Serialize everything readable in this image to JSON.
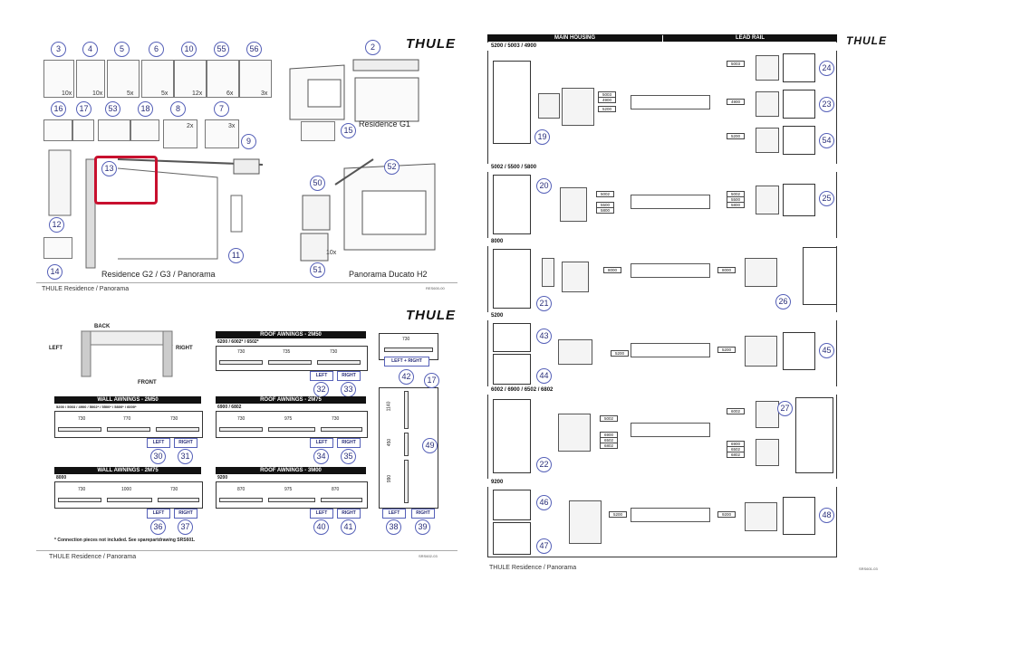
{
  "left_sheet": {
    "logo": "THULE",
    "footer": "THULE Residence / Panorama",
    "doc_code": "RES600-00",
    "parts_row1": [
      {
        "num": "3",
        "qty": "10x"
      },
      {
        "num": "4",
        "qty": "10x"
      },
      {
        "num": "5",
        "qty": "5x"
      },
      {
        "num": "6",
        "qty": "5x"
      },
      {
        "num": "10",
        "qty": "12x"
      },
      {
        "num": "55",
        "qty": "6x"
      },
      {
        "num": "56",
        "qty": "3x"
      }
    ],
    "parts_row2": [
      {
        "num": "16"
      },
      {
        "num": "17"
      },
      {
        "num": "53"
      },
      {
        "num": "18"
      },
      {
        "num": "8",
        "qty": "2x"
      },
      {
        "num": "7",
        "qty": "3x"
      }
    ],
    "callouts": {
      "n2": "2",
      "n9": "9",
      "n11": "11",
      "n12": "12",
      "n13": "13",
      "n14": "14",
      "n15": "15",
      "n50": "50",
      "n51": "51",
      "n52": "52",
      "qty51": "10x"
    },
    "captions": {
      "residence_g1": "Residence G1",
      "residence_g2": "Residence G2 / G3 / Panorama",
      "panorama_ducato": "Panorama Ducato H2"
    },
    "highlight_color": "#c8102e"
  },
  "bottom_sheet": {
    "logo": "THULE",
    "footer": "THULE Residence / Panorama",
    "doc_code": "SRS602-03",
    "orientation": {
      "back": "BACK",
      "left": "LEFT",
      "right": "RIGHT",
      "front": "FRONT"
    },
    "note": "* Connection pieces not included. See sparepartdrawing SRS601.",
    "roof_2m50": {
      "title": "ROOF AWNINGS - 2M50",
      "models": "6200 / 6002* / 6502*",
      "dims": [
        "730",
        "735",
        "730"
      ],
      "left": "LEFT",
      "right": "RIGHT",
      "n_left": "32",
      "n_right": "33"
    },
    "single": {
      "dim": "730",
      "label": "LEFT + RIGHT",
      "n": "42"
    },
    "wall_2m50": {
      "title": "WALL AWNINGS - 2M50",
      "models": "5200 / 5003 / 4900 / 5002* / 5500* / 5800* / 6000*",
      "dims": [
        "730",
        "770",
        "730"
      ],
      "left": "LEFT",
      "right": "RIGHT",
      "n_left": "30",
      "n_right": "31"
    },
    "roof_2m75": {
      "title": "ROOF AWNINGS - 2M75",
      "models": "6900 / 6802",
      "dims": [
        "730",
        "975",
        "730"
      ],
      "left": "LEFT",
      "right": "RIGHT",
      "n_left": "34",
      "n_right": "35"
    },
    "wall_2m75": {
      "title": "WALL AWNINGS - 2M75",
      "models": "8000",
      "dims": [
        "730",
        "1000",
        "730"
      ],
      "left": "LEFT",
      "right": "RIGHT",
      "n_left": "36",
      "n_right": "37"
    },
    "roof_3m00": {
      "title": "ROOF AWNINGS - 3M00",
      "models": "9200",
      "dims": [
        "870",
        "975",
        "870"
      ],
      "left": "LEFT",
      "right": "RIGHT",
      "n_left": "40",
      "n_right": "41"
    },
    "vertical": {
      "dims": [
        "1140",
        "450",
        "990"
      ],
      "n_top": "17",
      "n_mid": "49",
      "left": "LEFT",
      "right": "RIGHT",
      "n_left": "38",
      "n_right": "39"
    }
  },
  "right_sheet": {
    "logo": "THULE",
    "footer": "THULE Residence / Panorama",
    "doc_code": "SRS601-03",
    "header_main": "MAIN HOUSING",
    "header_lead": "LEAD RAIL",
    "sections": [
      {
        "title": "5200 / 5003 / 4900",
        "left_codes": [
          "5003",
          "4900",
          "5200"
        ],
        "right_codes": [
          "5003",
          "4900",
          "5200"
        ],
        "bubbles_left": [
          "19"
        ],
        "bubbles_right": [
          "24",
          "23",
          "54"
        ]
      },
      {
        "title": "5002 / 5500 / 5800",
        "left_codes": [
          "5002",
          "5500",
          "5800"
        ],
        "right_codes": [
          "5002",
          "5500",
          "5800"
        ],
        "bubbles_left": [
          "20"
        ],
        "bubbles_right": [
          "25"
        ]
      },
      {
        "title": "8000",
        "left_codes": [
          "8000"
        ],
        "right_codes": [
          "8000"
        ],
        "bubbles_left": [
          "21"
        ],
        "bubbles_right": [
          "26"
        ]
      },
      {
        "title": "5200",
        "left_codes": [
          "5200"
        ],
        "right_codes": [
          "5200"
        ],
        "bubbles_left": [
          "43",
          "44"
        ],
        "bubbles_right": [
          "45"
        ]
      },
      {
        "title": "6002 / 6900 / 6502 / 6802",
        "left_codes": [
          "5002",
          "6900",
          "6502",
          "6802"
        ],
        "right_codes": [
          "6002",
          "6900",
          "6502",
          "6802"
        ],
        "bubbles_left": [
          "22"
        ],
        "bubbles_right": [
          "27"
        ]
      },
      {
        "title": "9200",
        "left_codes": [
          "5200"
        ],
        "right_codes": [
          "9200"
        ],
        "bubbles_left": [
          "46",
          "47"
        ],
        "bubbles_right": [
          "48"
        ]
      }
    ]
  }
}
